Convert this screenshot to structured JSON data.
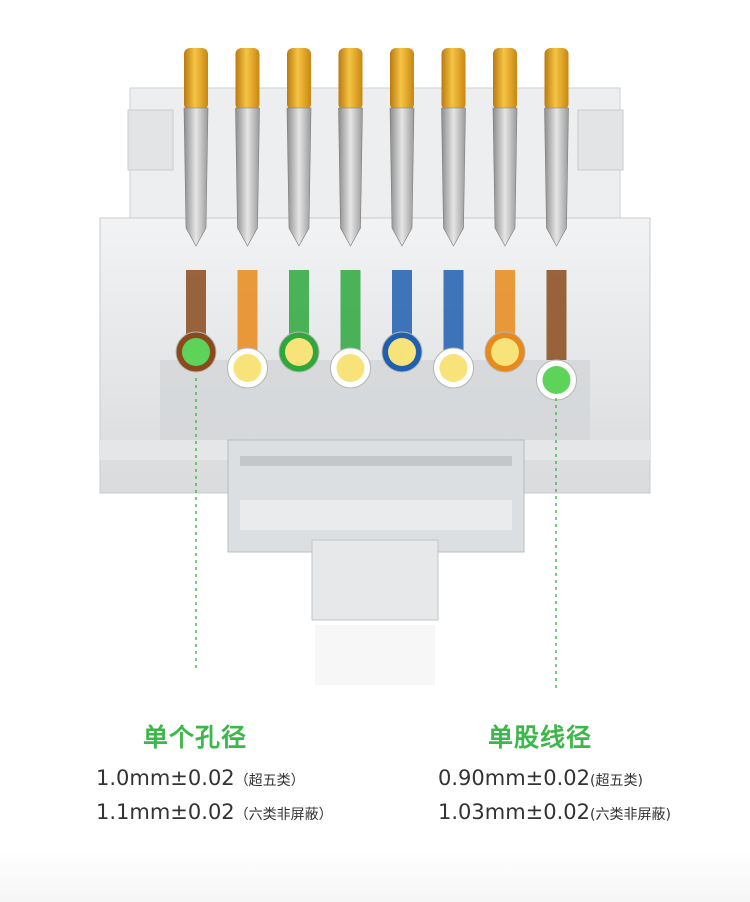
{
  "left": {
    "heading": "单个孔径",
    "lines": [
      {
        "value": "1.0mm±0.02",
        "note": "（超五类）"
      },
      {
        "value": "1.1mm±0.02",
        "note": "（六类非屏蔽）"
      }
    ]
  },
  "right": {
    "heading": "单股线径",
    "lines": [
      {
        "value": "0.90mm±0.02",
        "note": "(超五类)"
      },
      {
        "value": "1.03mm±0.02",
        "note": "(六类非屏蔽)"
      }
    ]
  },
  "colors": {
    "accent_green": "#3cb84a",
    "contact_gold": "#e8a317",
    "wire_orange": "#e88a1a",
    "wire_green": "#2ea83c",
    "wire_blue": "#1f5fb0",
    "wire_brown": "#8a4a1c",
    "wire_white": "#f3f0e0"
  }
}
